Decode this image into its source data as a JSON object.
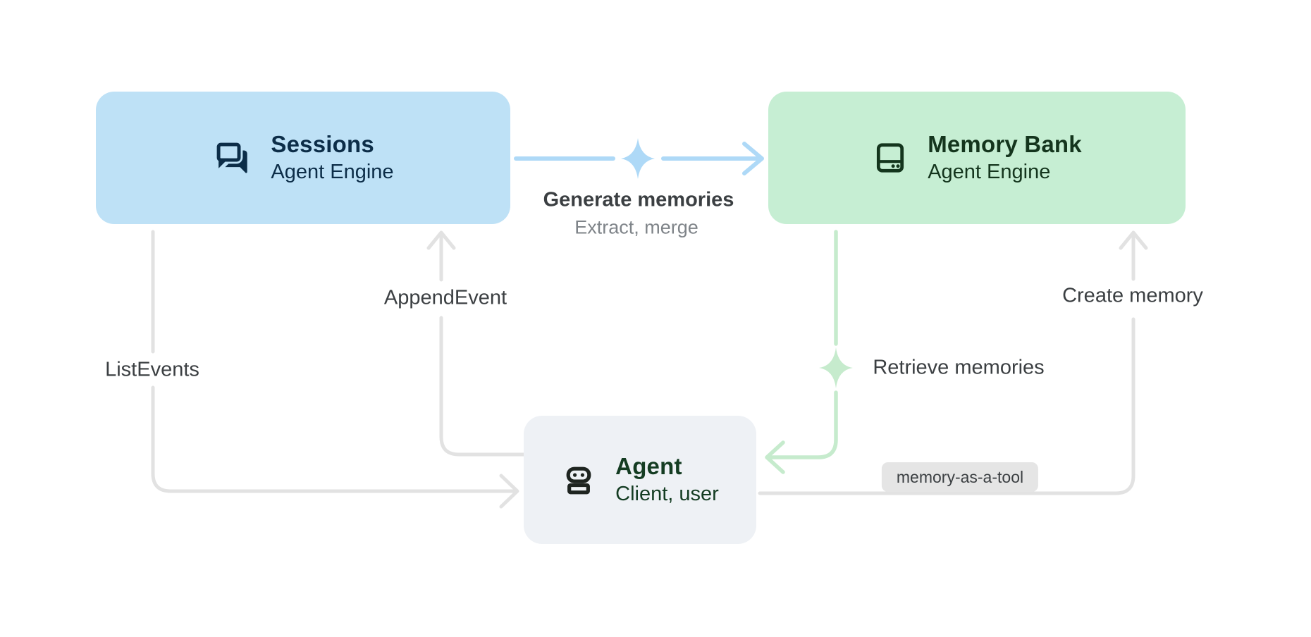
{
  "nodes": {
    "sessions": {
      "title": "Sessions",
      "subtitle": "Agent Engine",
      "icon": "chat-forum-icon",
      "bg": "#BEE1F6",
      "fg": "#0C2D48"
    },
    "memory_bank": {
      "title": "Memory Bank",
      "subtitle": "Agent Engine",
      "icon": "storage-icon",
      "bg": "#C6EED3",
      "fg": "#14351D"
    },
    "agent": {
      "title": "Agent",
      "subtitle": "Client, user",
      "icon": "robot-icon",
      "bg": "#EEF1F5",
      "fg": "#143C22"
    }
  },
  "edges": {
    "generate_memories": {
      "label": "Generate memories",
      "sublabel": "Extract, merge",
      "from": "sessions",
      "to": "memory_bank",
      "color": "#AED9F7",
      "sparkle": "blue-sparkle-icon"
    },
    "append_event": {
      "label": "AppendEvent",
      "from": "agent",
      "to": "sessions",
      "color": "#E2E2E2"
    },
    "list_events": {
      "label": "ListEvents",
      "from": "sessions",
      "to": "agent",
      "color": "#E2E2E2"
    },
    "retrieve_memories": {
      "label": "Retrieve memories",
      "from": "memory_bank",
      "to": "agent",
      "color": "#C6EBCD",
      "sparkle": "green-sparkle-icon"
    },
    "create_memory": {
      "label": "Create memory",
      "from": "agent",
      "to": "memory_bank",
      "color": "#E2E2E2"
    },
    "memory_as_a_tool": {
      "label": "memory-as-a-tool",
      "badge_bg": "#E5E5E5"
    }
  },
  "colors": {
    "background": "#FFFFFF",
    "edge_label": "#3B3F42",
    "edge_sublabel": "#7F8489"
  }
}
